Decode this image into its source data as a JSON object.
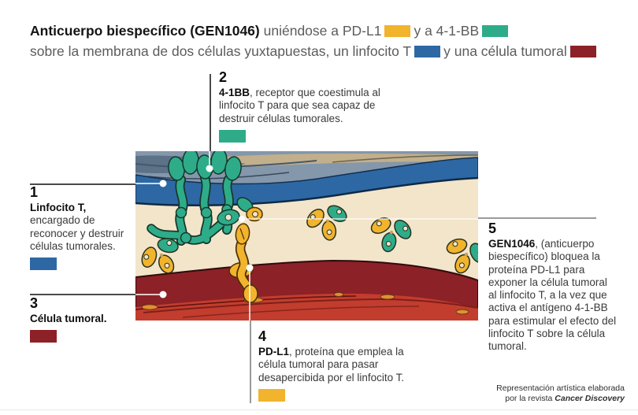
{
  "title": {
    "line1_bold": "Anticuerpo biespecífico (GEN1046)",
    "line1_text": "uniéndose a PD-L1",
    "line1_text2": "y a 4-1-BB",
    "line2_text": "sobre la membrana de dos células yuxtapuestas, un linfocito T",
    "line2_text2": "y una célula tumoral"
  },
  "legend_colors": {
    "pdl1_yellow": "#F2B32D",
    "receptor_green": "#2EAC89",
    "lymphocyte_blue": "#2E68A4",
    "tumor_red": "#8C2127"
  },
  "annotations": {
    "a1": {
      "num": "1",
      "bold": "Linfocito T,",
      "text": "\nencargado de\nreconocer y destruir\ncélulas tumorales."
    },
    "a2": {
      "num": "2",
      "bold": "4-1BB",
      "text": ", receptor que coestimula al\nlinfocito T para que sea capaz de\ndestruir células tumorales."
    },
    "a3": {
      "num": "3",
      "bold": "Célula tumoral.",
      "text": ""
    },
    "a4": {
      "num": "4",
      "bold": "PD-L1",
      "text": ", proteína que emplea la\ncélula tumoral para pasar\ndesapercibida por el linfocito T."
    },
    "a5": {
      "num": "5",
      "bold": "GEN1046",
      "text": ", (anticuerpo\nbiespecífico) bloquea la\nproteína PD-L1 para\nexponer la célula tumoral\nal linfocito T, a la vez que\nactiva el antígeno 4-1-BB\npara estimular el efecto del\nlinfocito T sobre la célula\ntumoral."
    }
  },
  "credit": {
    "line1": "Representación artística elaborada",
    "line2": "por la revista",
    "journal": "Cancer Discovery"
  }
}
